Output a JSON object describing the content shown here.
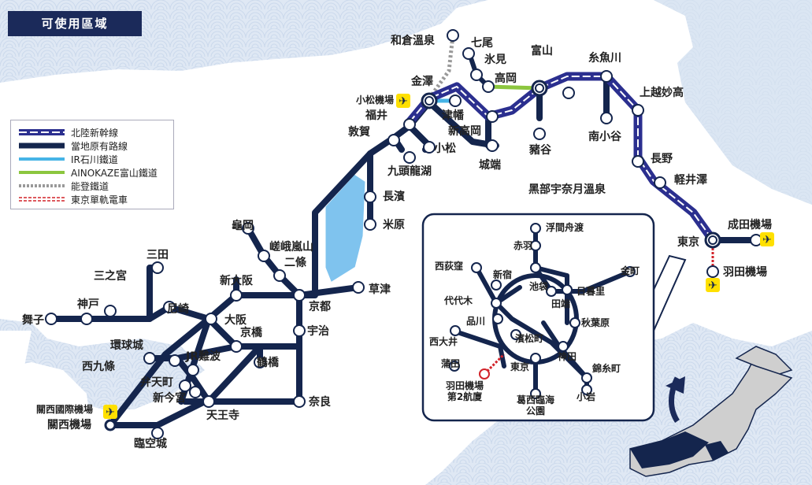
{
  "title": "可使用區域",
  "legend": [
    {
      "label": "北陸新幹線",
      "style": "shinkansen"
    },
    {
      "label": "當地原有路線",
      "style": "local"
    },
    {
      "label": "IR石川鐵道",
      "style": "ir"
    },
    {
      "label": "AINOKAZE富山鐵道",
      "style": "ainokaze"
    },
    {
      "label": "能登鐵道",
      "style": "noto"
    },
    {
      "label": "東京單軌電車",
      "style": "monorail"
    }
  ],
  "colors": {
    "sea": "#dfe8f4",
    "land": "#ffffff",
    "shinkansen": "#2b2f8f",
    "local": "#14254d",
    "ir": "#46b4e6",
    "ainokaze": "#8cc63f",
    "noto": "#999999",
    "monorail": "#d2232a",
    "lake": "#7fc3ee",
    "airport": "#ffe000",
    "title_bg": "#1b2a5a"
  },
  "stations": {
    "wakura": "和倉溫泉",
    "nanao": "七尾",
    "himi": "氷見",
    "toyama": "富山",
    "itoigawa": "糸魚川",
    "takaoka": "高岡",
    "kanazawa": "金澤",
    "komatsu_airport": "小松機場",
    "fukui": "福井",
    "tsubata": "津幡",
    "shin_takaoka": "新高岡",
    "komatsu": "小松",
    "tsuruga": "敦賀",
    "jotobe": "城端",
    "inotani": "豬谷",
    "joetsu": "上越妙高",
    "minami_otari": "南小谷",
    "kuzuryuko": "九頭龍湖",
    "kurobe": "黑部宇奈月溫泉",
    "nagano": "長野",
    "karuizawa": "軽井澤",
    "nagahama": "長濱",
    "maibara": "米原",
    "tokyo": "東京",
    "narita": "成田機場",
    "haneda": "羽田機場",
    "kameoka": "龜岡",
    "saga": "嵯峨嵐山",
    "nijo": "二條",
    "sanda": "三田",
    "sannomiya": "三之宮",
    "shin_osaka": "新大阪",
    "kobe": "神戸",
    "amagasaki": "尼崎",
    "osaka": "大阪",
    "kyoto": "京都",
    "kusatsu": "草津",
    "maiko": "舞子",
    "kyobashi": "京橋",
    "uji": "宇治",
    "universal": "環球城",
    "nishikujo": "西九條",
    "jr_namba": "JR難波",
    "tsuruhashi": "鶴橋",
    "bentencho": "弁天町",
    "shin_imamiya": "新今宮",
    "tennoji": "天王寺",
    "nara": "奈良",
    "kix": "關西國際機場",
    "kansai_airport": "關西機場",
    "rinku": "臨空城"
  },
  "inset": {
    "ukima": "浮間舟渡",
    "akabane": "赤羽",
    "nishiogikubo": "西荻窪",
    "kanamachi": "金町",
    "shinjuku": "新宿",
    "ikebukuro": "池袋",
    "nippori": "日暮里",
    "tabata": "田端",
    "yoyogi": "代代木",
    "akihabara": "秋葉原",
    "shinagawa": "品川",
    "hamamatsucho": "濱松町",
    "oimachi": "西大井",
    "kanda": "神田",
    "kamata": "蒲田",
    "tokyo": "東京",
    "kinshicho": "錦糸町",
    "haneda2_line1": "羽田機場",
    "haneda2_line2": "第2航廈",
    "kasai_line1": "葛西臨海",
    "kasai_line2": "公園",
    "koiwa": "小岩"
  }
}
